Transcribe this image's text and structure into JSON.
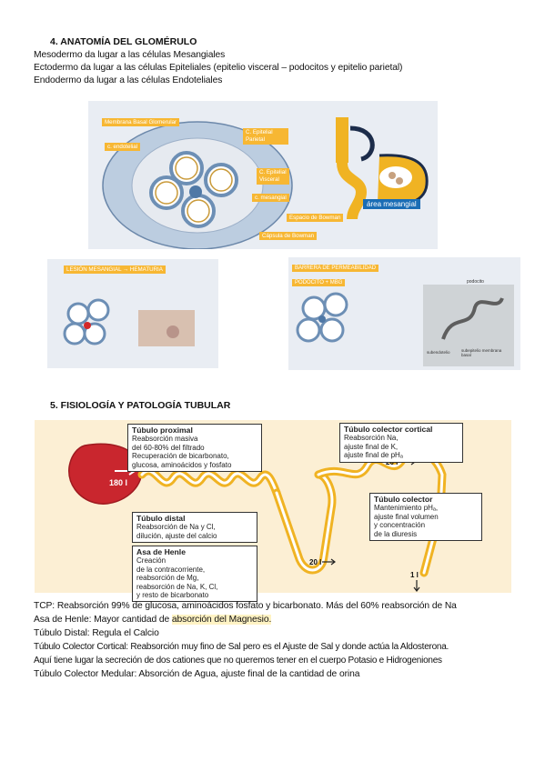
{
  "section4": {
    "heading": "4.   ANATOMÍA DEL GLOMÉRULO",
    "lines": [
      "Mesodermo da lugar a las células Mesangiales",
      "Ectodermo da lugar a las células Epiteliales (epitelio visceral – podocitos y epitelio parietal)",
      "Endodermo da lugar a las células Endoteliales"
    ],
    "diagram_labels": {
      "membrana": "Membrana Basal Glomerular",
      "endotelial": "c. endotelial",
      "epitelial_parietal": "C. Epitelial Parietal",
      "epitelial_visceral": "C. Epitelial Visceral",
      "mesangial": "c. mesangial",
      "espacio": "Espacio de Bowman",
      "capsula": "Cápsula de Bowman",
      "area_mesangial": "área mesangial"
    },
    "lower_labels": {
      "lesion": "LESIÓN MESANGIAL → HEMATURIA",
      "barrera": "BARRERA DE PERMEABILIDAD",
      "podocito": "PODOCITO + MBG",
      "micro_top": "podocito",
      "micro_bottom_left": "subendotelio",
      "micro_bottom_right": "subepitelio membrana basal"
    }
  },
  "section5": {
    "heading": "5.   FISIOLOGÍA Y PATOLOGÍA TUBULAR",
    "figure": {
      "tubulo_proximal": {
        "title": "Túbulo proximal",
        "lines": [
          "Reabsorción masiva",
          "del 60-80% del filtrado",
          "Recuperación de bicarbonato,",
          "glucosa, aminoácidos y fosfato"
        ]
      },
      "tubulo_distal": {
        "title": "Túbulo distal",
        "lines": [
          "Reabsorción de Na y Cl,",
          "dilución, ajuste del calcio"
        ]
      },
      "asa_henle": {
        "title": "Asa de Henle",
        "lines": [
          "Creación",
          "de la contracorriente,",
          "reabsorción de Mg,",
          "reabsorción de Na, K, Cl,",
          "y resto de bicarbonato"
        ]
      },
      "colector_cortical": {
        "title": "Túbulo colector cortical",
        "lines": [
          "Reabsorción Na,",
          "ajuste final de K,",
          "ajuste final de pHₐ"
        ]
      },
      "colector": {
        "title": "Túbulo colector",
        "lines": [
          "Mantenimiento pHₐ,",
          "ajuste final volumen",
          "y concentración",
          "de la diuresis"
        ]
      },
      "flow_180": "180 l",
      "flow_20a": "20 l",
      "flow_20b": "20 l",
      "flow_1": "1 l"
    },
    "notes": [
      "TCP: Reabsorción 99% de glucosa, aminoácidos fosfato y bicarbonato. Más del 60% reabsorción de Na",
      "Asa de Henle: Mayor cantidad de ",
      "absorción del Magnesio.",
      "Túbulo Distal: Regula el Calcio",
      "Túbulo Colector Cortical:  Reabsorción muy fino de Sal pero es el Ajuste de Sal y donde actúa la Aldosterona.",
      "Aquí tiene lugar la secreción de dos cationes que no queremos tener en el cuerpo Potasio e Hidrogeniones",
      "Túbulo Colector Medular: Absorción de Agua, ajuste final de la cantidad de orina"
    ]
  }
}
